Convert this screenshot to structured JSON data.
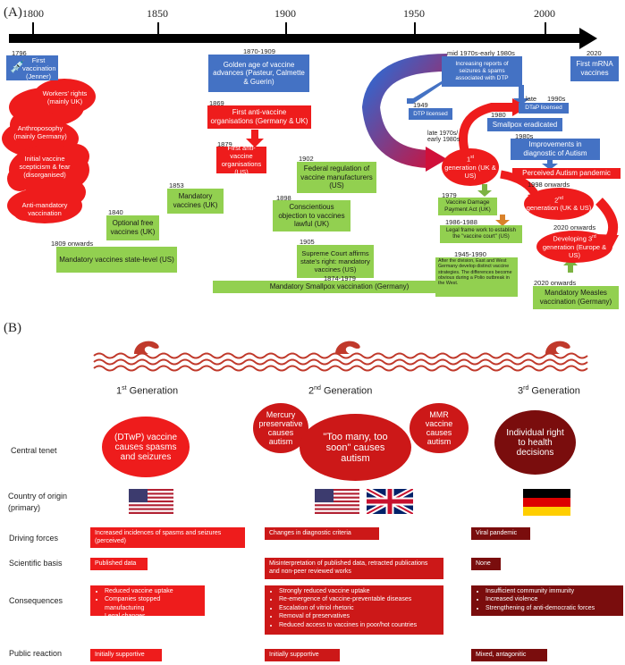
{
  "panelA": {
    "label": "(A)",
    "ticks": [
      "1800",
      "1850",
      "1900",
      "1950",
      "2000"
    ],
    "events": {
      "first_vaccination": {
        "date": "1796",
        "text": "First vaccination (Jenner)"
      },
      "golden_age": {
        "date": "1870-1909",
        "text": "Golden age of vaccine advances (Pasteur, Calmette & Guerin)"
      },
      "seizures_reports": {
        "date": "mid 1970s-early 1980s",
        "text": "Increasing reports of seizures & spams associated with DTP"
      },
      "first_mrna": {
        "date": "2020",
        "text": "First mRNA vaccines"
      },
      "dtp_licensed": {
        "date": "1949",
        "text": "DTP licensed"
      },
      "dtap_licensed": {
        "date_prefix": "late",
        "date": "1990s",
        "text": "DTaP licensed"
      },
      "smallpox_eradicated": {
        "date": "1980",
        "text": "Smallpox eradicated"
      },
      "autism_diagnostics": {
        "date": "1980s",
        "text": "Improvements in diagnostic of Autism"
      },
      "perceived_autism": {
        "text": "Perceived Autism pandemic"
      },
      "antivax_org_1869": {
        "date": "1869",
        "text": "First anti-vaccine organisations (Germany & UK)"
      },
      "antivax_org_1879": {
        "date": "1879",
        "text": "First anti-vaccine organisations (US)"
      },
      "federal_regulation": {
        "date": "1902",
        "text": "Federal regulation of vaccine manufacturers (US)"
      },
      "mandatory_uk": {
        "date": "1853",
        "text": "Mandatory vaccines (UK)"
      },
      "optional_free": {
        "date": "1840",
        "text": "Optional free vaccines (UK)"
      },
      "conscientious": {
        "date": "1898",
        "text": "Conscientious objection to vaccines lawful (UK)"
      },
      "supreme_court": {
        "date": "1905",
        "text": "Supreme Court affirms state's right: mandatory vaccines (US)"
      },
      "mandatory_state": {
        "date": "1809 onwards",
        "text": "Mandatory vaccines state-level (US)"
      },
      "vaccine_damage_act": {
        "date": "1979",
        "text": "Vaccine Damage Payment Act (UK)"
      },
      "legal_frame": {
        "date": "1986-1988",
        "text": "Legal frame work to establish the \"vaccine court\" (US)"
      },
      "east_west": {
        "date": "1945-1990",
        "text": "After the division, East and West Germany develop distinct vaccine strategies. The differences become obvious during a Polio outbreak in the West."
      },
      "mandatory_smallpox": {
        "date": "1874-1979",
        "text": "Mandatory Smallpox vaccination (Germany)"
      },
      "mandatory_measles": {
        "date": "2020 onwards",
        "text": "Mandatory Measles vaccination (Germany)"
      },
      "gen1_label_date": "late 1970s/ early 1980s",
      "gen2_label_date": "1998 onwards",
      "gen3_label_date": "2020 onwards"
    },
    "cloud": {
      "workers": "Workers' rights (mainly UK)",
      "anthroposophy": "Anthroposophy (mainly Germany)",
      "scepticism": "Initial vaccine scepticism & fear (disorganised)",
      "antimandatory": "Anti-mandatory vaccination"
    },
    "generations": {
      "g1_num": "1",
      "g1_sup": "st",
      "g1_rest": "generation (UK & US)",
      "g2_num": "2",
      "g2_sup": "nd",
      "g2_rest": "generation (UK & US)",
      "g3_prefix": "Developing 3",
      "g3_sup": "rd",
      "g3_rest": "generation (Europe & US)"
    }
  },
  "panelB": {
    "label": "(B)",
    "headers": {
      "g1_num": "1",
      "g1_sup": "st",
      "g1_rest": " Generation",
      "g2_num": "2",
      "g2_sup": "nd",
      "g2_rest": " Generation",
      "g3_num": "3",
      "g3_sup": "rd",
      "g3_rest": " Generation"
    },
    "rows": {
      "central_tenet": "Central tenet",
      "country": "Country of origin (primary)",
      "driving": "Driving forces",
      "scientific": "Scientific basis",
      "consequences": "Consequences",
      "public": "Public reaction"
    },
    "tenets": {
      "g1": "(DTwP) vaccine causes spasms and seizures",
      "g2_left": "Mercury preservative causes autism",
      "g2_center": "\"Too many, too soon\" causes autism",
      "g2_right": "MMR vaccine causes autism",
      "g3": "Individual right to health decisions"
    },
    "driving": {
      "g1": "Increased incidences of spasms and seizures (perceived)",
      "g2": "Changes in diagnostic criteria",
      "g3": "Viral pandemic"
    },
    "scientific": {
      "g1": "Published data",
      "g2": "Misinterpretation of published data, retracted publications and non-peer reviewed works",
      "g3": "None"
    },
    "consequences": {
      "g1": [
        "Reduced vaccine uptake",
        "Companies stopped manufacturing",
        "Legal changes"
      ],
      "g2": [
        "Strongly reduced vaccine uptake",
        "Re-emergence of vaccine-preventable diseases",
        "Escalation of vitriol rhetoric",
        "Removal of preservatives",
        "Reduced access to vaccines in poor/hot countries"
      ],
      "g3": [
        "Insufficient community immunity",
        "Increased violence",
        "Strengthening of anti-democratic forces"
      ]
    },
    "public": {
      "g1": "Initially supportive",
      "g2": "Initially supportive",
      "g3": "Mixed, antagonitic"
    },
    "flags": [
      "us-flag",
      "us-flag",
      "uk-flag",
      "germany-flag"
    ]
  },
  "colors": {
    "blue": "#4472c4",
    "green": "#92d050",
    "red": "#ee1c1c",
    "darkred": "#7a0d0d"
  }
}
